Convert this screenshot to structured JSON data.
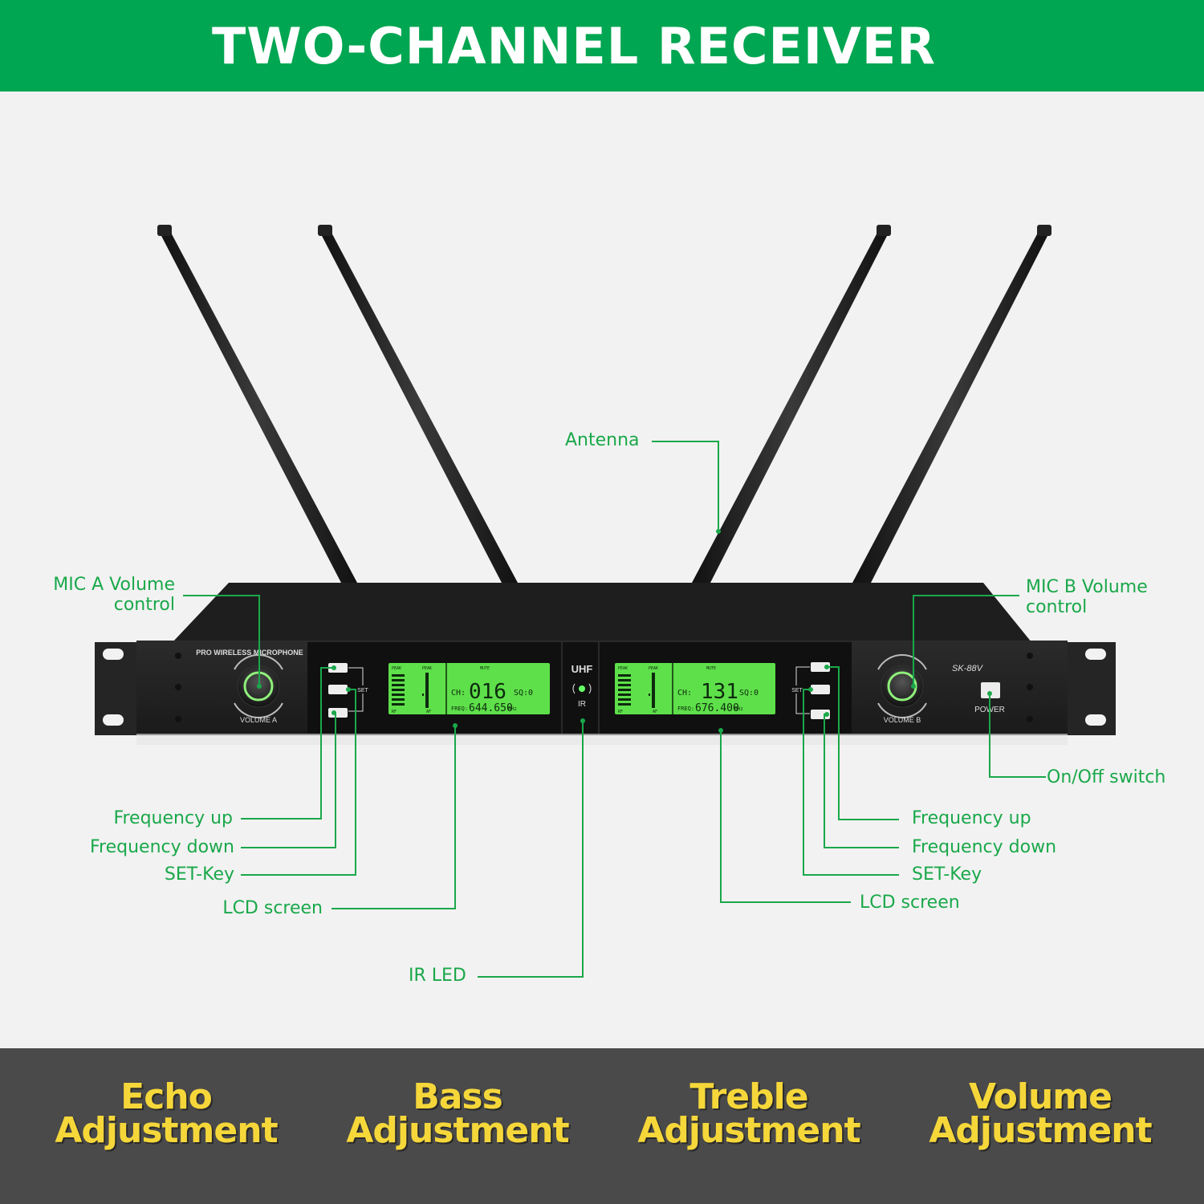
{
  "header": {
    "title": "TWO-CHANNEL RECEIVER"
  },
  "device": {
    "brand_text": "PRO WIRELESS MICROPHONE",
    "model": "SK-88V",
    "band": "UHF",
    "ir_label": "IR",
    "power_label": "POWER",
    "volume_a_label": "VOLUME A",
    "volume_b_label": "VOLUME B",
    "set_label": "SET",
    "lcd_a": {
      "ch": "016",
      "sq": "0",
      "freq": "644.650",
      "unit": "MHz",
      "ch_label": "CH:",
      "sq_label": "SQ:",
      "freq_label": "FREQ:",
      "peak": "PEAK",
      "mute": "MUTE",
      "rf": "RF",
      "af": "AF"
    },
    "lcd_b": {
      "ch": "131",
      "sq": "0",
      "freq": "676.400",
      "unit": "MHz",
      "ch_label": "CH:",
      "sq_label": "SQ:",
      "freq_label": "FREQ:",
      "peak": "PEAK",
      "mute": "MUTE",
      "rf": "RF",
      "af": "AF"
    }
  },
  "callouts": {
    "antenna": "Antenna",
    "mic_a_volume": "MIC A Volume\ncontrol",
    "mic_b_volume": "MIC B Volume\ncontrol",
    "on_off": "On/Off switch",
    "left": {
      "freq_up": "Frequency up",
      "freq_down": "Frequency down",
      "set_key": "SET-Key",
      "lcd": "LCD screen"
    },
    "right": {
      "freq_up": "Frequency up",
      "freq_down": "Frequency down",
      "set_key": "SET-Key",
      "lcd": "LCD screen"
    },
    "ir_led": "IR LED"
  },
  "features": [
    {
      "line1": "Echo",
      "line2": "Adjustment"
    },
    {
      "line1": "Bass",
      "line2": "Adjustment"
    },
    {
      "line1": "Treble",
      "line2": "Adjustment"
    },
    {
      "line1": "Volume",
      "line2": "Adjustment"
    }
  ],
  "colors": {
    "brand_green": "#00a651",
    "callout_green": "#1aa84a",
    "footer_bg": "#4a4a4a",
    "feature_yellow": "#f6d73a",
    "lcd_green": "#5ee04a"
  }
}
